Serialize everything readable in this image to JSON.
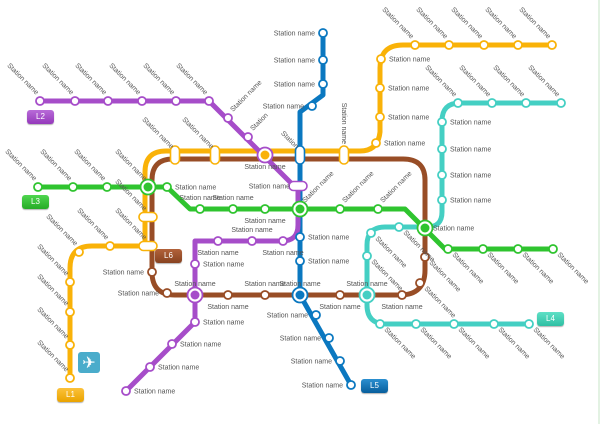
{
  "lines": [
    {
      "id": "L1",
      "label": "L1",
      "color": "#f9b208",
      "stations": [
        "Station name",
        "Station name",
        "Station name",
        "Station name",
        "Station name",
        "Station name",
        "Station name",
        "Station name",
        "Station name",
        "Station name",
        "Station name",
        "Station name",
        "Station name",
        "Station name",
        "Station name",
        "Station name",
        "Station name",
        "Station name",
        "Station name",
        "Station name"
      ]
    },
    {
      "id": "L2",
      "label": "L2",
      "color": "#a64dc9",
      "stations": [
        "Station name",
        "Station name",
        "Station name",
        "Station name",
        "Station name",
        "Station name",
        "Station name",
        "Station",
        "Station name",
        "Station name",
        "Station name",
        "Station name",
        "Station name",
        "Station name",
        "Station name",
        "Station name",
        "Station name",
        "Station name",
        "Station name"
      ]
    },
    {
      "id": "L3",
      "label": "L3",
      "color": "#2fc42f",
      "stations": [
        "Station name",
        "Station name",
        "Station name",
        "Station name",
        "Station name",
        "Station name",
        "Station name",
        "Station name",
        "Station name",
        "Station name",
        "Station name",
        "Station name",
        "Station name",
        "Station name",
        "Station name",
        "Station name"
      ]
    },
    {
      "id": "L4",
      "label": "L4",
      "color": "#44cfc3",
      "stations": [
        "Station name",
        "Station name",
        "Station name",
        "Station name",
        "Station name",
        "Station name",
        "Station name",
        "Station name",
        "Station name",
        "Station name",
        "Station name",
        "Station name",
        "Station name",
        "Station name",
        "Station name",
        "Station name",
        "Station name"
      ]
    },
    {
      "id": "L5",
      "label": "L5",
      "color": "#0b78c0",
      "stations": [
        "Station name",
        "Station name",
        "Station name",
        "Station name",
        "Station",
        "Station name",
        "Station name",
        "Station name",
        "Station name",
        "Station name",
        "Station name",
        "Station name"
      ]
    },
    {
      "id": "L6",
      "label": "L6",
      "color": "#984d26",
      "stations": [
        "Station name",
        "Station name",
        "Station name",
        "Station name",
        "Station name",
        "Station name",
        "Station name",
        "Station name"
      ]
    }
  ],
  "icons": {
    "airport": "airplane-icon"
  }
}
